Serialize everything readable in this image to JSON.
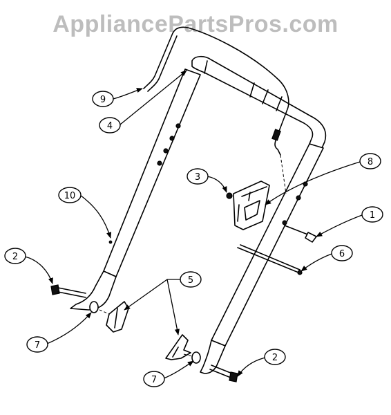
{
  "watermark": "AppliancePartsPros.com",
  "callouts": [
    {
      "id": "c9",
      "label": "9"
    },
    {
      "id": "c4",
      "label": "4"
    },
    {
      "id": "c3",
      "label": "3"
    },
    {
      "id": "c8",
      "label": "8"
    },
    {
      "id": "c10",
      "label": "10"
    },
    {
      "id": "c1",
      "label": "1"
    },
    {
      "id": "c2a",
      "label": "2"
    },
    {
      "id": "c6",
      "label": "6"
    },
    {
      "id": "c5",
      "label": "5"
    },
    {
      "id": "c7a",
      "label": "7"
    },
    {
      "id": "c2b",
      "label": "2"
    },
    {
      "id": "c7b",
      "label": "7"
    }
  ]
}
